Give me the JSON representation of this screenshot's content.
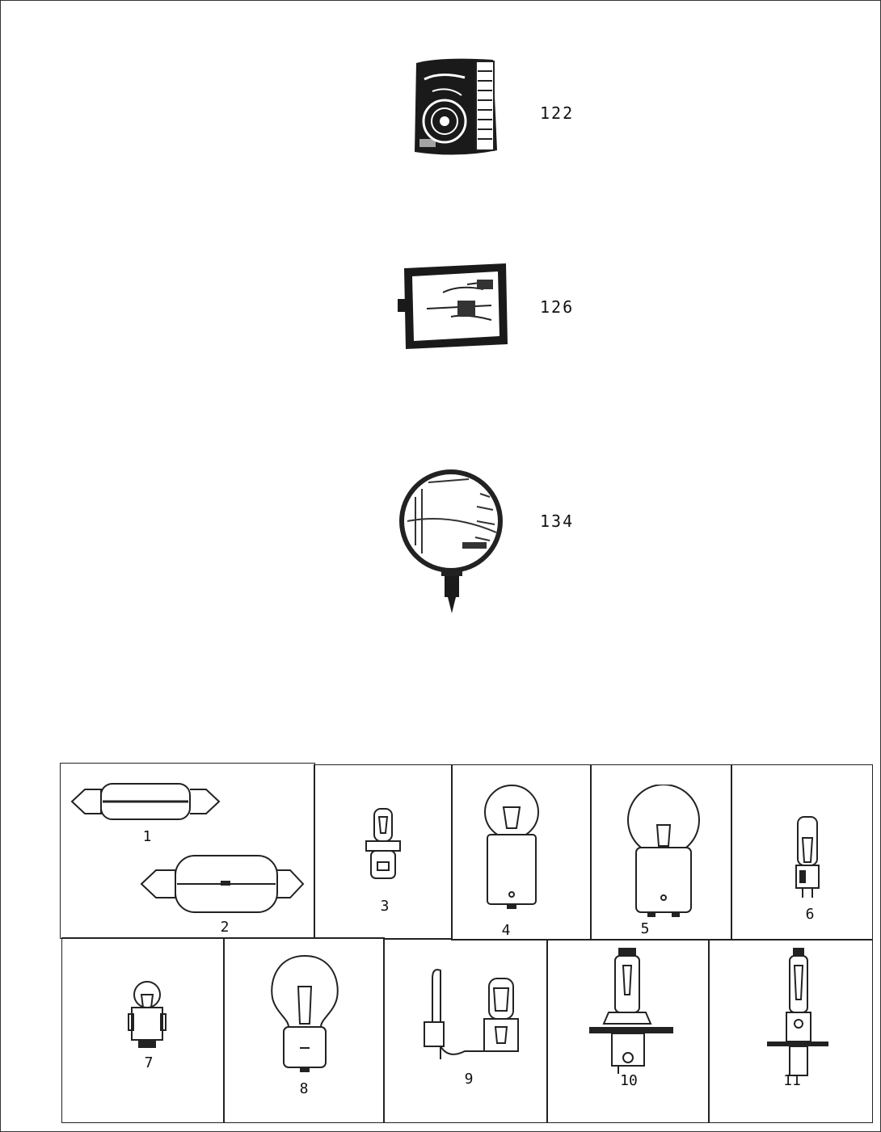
{
  "lamps": [
    {
      "id": "worklamp",
      "callout": "122"
    },
    {
      "id": "rect-lamp",
      "callout": "126"
    },
    {
      "id": "round-lamp",
      "callout": "134"
    }
  ],
  "bulb_table": {
    "row1": [
      "1",
      "2",
      "3",
      "4",
      "5",
      "6"
    ],
    "row2": [
      "7",
      "8",
      "9",
      "10",
      "11"
    ]
  },
  "colors": {
    "ink": "#111111",
    "paper": "#ffffff"
  }
}
